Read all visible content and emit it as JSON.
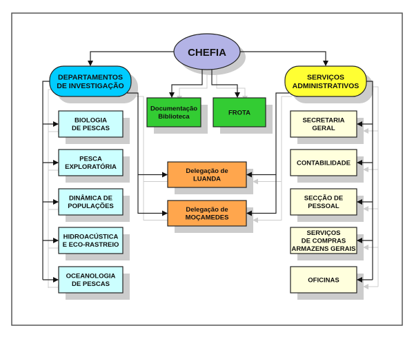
{
  "title": "CHEFIA",
  "colors": {
    "chefia": "#b3b3e6",
    "departamentos": "#00ccff",
    "servicos": "#ffff33",
    "green": "#33cc33",
    "orange": "#ffa64d",
    "left_unit": "#ccffff",
    "right_unit": "#ffffdd",
    "shadow": "#cccccc",
    "line": "#222222",
    "ghost_line": "#cccccc"
  },
  "root": {
    "label": "CHEFIA"
  },
  "branches": {
    "left": {
      "lines": [
        "DEPARTAMENTOS",
        "DE INVESTIGAÇÃO"
      ]
    },
    "right": {
      "lines": [
        "SERVIÇOS",
        "ADMINISTRATIVOS"
      ]
    }
  },
  "direct_units": [
    {
      "lines": [
        "Documentação",
        "Biblioteca"
      ]
    },
    {
      "lines": [
        "FROTA"
      ]
    }
  ],
  "delegations": [
    {
      "lines": [
        "Delegação de",
        "LUANDA"
      ]
    },
    {
      "lines": [
        "Delegação de",
        "MOÇAMEDES"
      ]
    }
  ],
  "departments": [
    {
      "lines": [
        "BIOLOGIA",
        "DE PESCAS"
      ]
    },
    {
      "lines": [
        "PESCA",
        "EXPLORATÓRIA"
      ]
    },
    {
      "lines": [
        "DINÂMICA DE",
        "POPULAÇÕES"
      ]
    },
    {
      "lines": [
        "HIDROACÚSTICA",
        "E  ECO-RASTREIO"
      ]
    },
    {
      "lines": [
        "OCEANOLOGIA",
        "DE PESCAS"
      ]
    }
  ],
  "services": [
    {
      "lines": [
        "SECRETARIA",
        "GERAL"
      ]
    },
    {
      "lines": [
        "CONTABILIDADE"
      ]
    },
    {
      "lines": [
        "SECÇÃO DE",
        "PESSOAL"
      ]
    },
    {
      "lines": [
        "SERVIÇOS",
        "DE COMPRAS",
        "ARMAZENS GERAIS"
      ]
    },
    {
      "lines": [
        "OFICINAS"
      ]
    }
  ]
}
